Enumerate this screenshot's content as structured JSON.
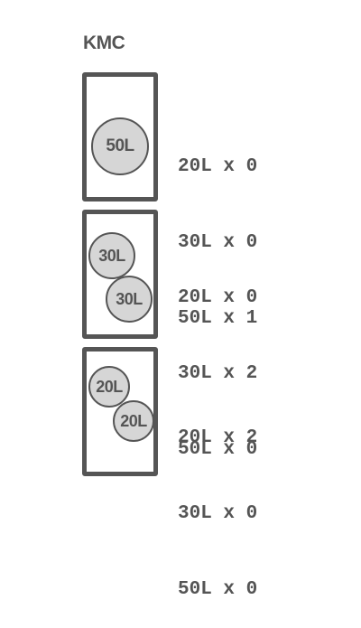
{
  "title": "KMC",
  "configs": [
    {
      "drums": [
        "50L"
      ],
      "counts": [
        "20L x 0",
        "30L x 0",
        "50L x 1"
      ]
    },
    {
      "drums": [
        "30L",
        "30L"
      ],
      "counts": [
        "20L x 0",
        "30L x 2",
        "50L x 0"
      ]
    },
    {
      "drums": [
        "20L",
        "20L"
      ],
      "counts": [
        "20L x 2",
        "30L x 0",
        "50L x 0"
      ]
    }
  ]
}
